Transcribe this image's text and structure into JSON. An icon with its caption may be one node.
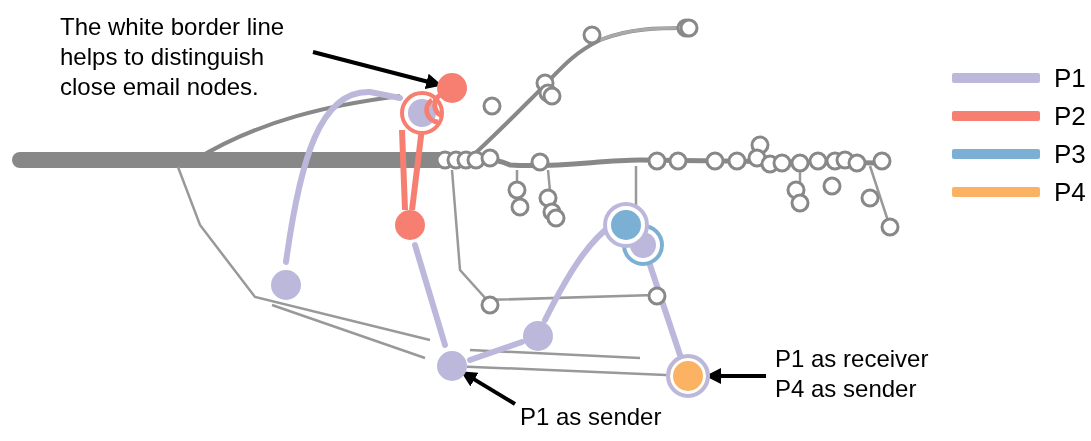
{
  "diagram": {
    "nodes": [
      {
        "text": [
          "The white border line helps to distinguish close email nodes."
        ]
      },
      {
        "text": [],
        "shape": "circle"
      },
      {
        "text": [
          "P1 as sender"
        ]
      },
      {
        "text": [],
        "shape": "circle"
      },
      {
        "text": [
          "P1 as receiver P4 as sender"
        ]
      },
      {
        "text": [],
        "shape": "circle"
      }
    ],
    "edges": [
      {
        "from": 0,
        "to": 1,
        "arrow": "to"
      },
      {
        "from": 2,
        "to": 3,
        "arrow": "to"
      },
      {
        "from": 4,
        "to": 5,
        "arrow": "to"
      },
      {
        "from": 3,
        "to": 5,
        "arrow": "none",
        "color": "#999999"
      }
    ],
    "legend": [
      {
        "text": "P1",
        "color": "#bcb8db"
      },
      {
        "text": "P2",
        "color": "#f77f72"
      },
      {
        "text": "P3",
        "color": "#7bafd3"
      },
      {
        "text": "P4",
        "color": "#fbb262"
      }
    ]
  }
}
